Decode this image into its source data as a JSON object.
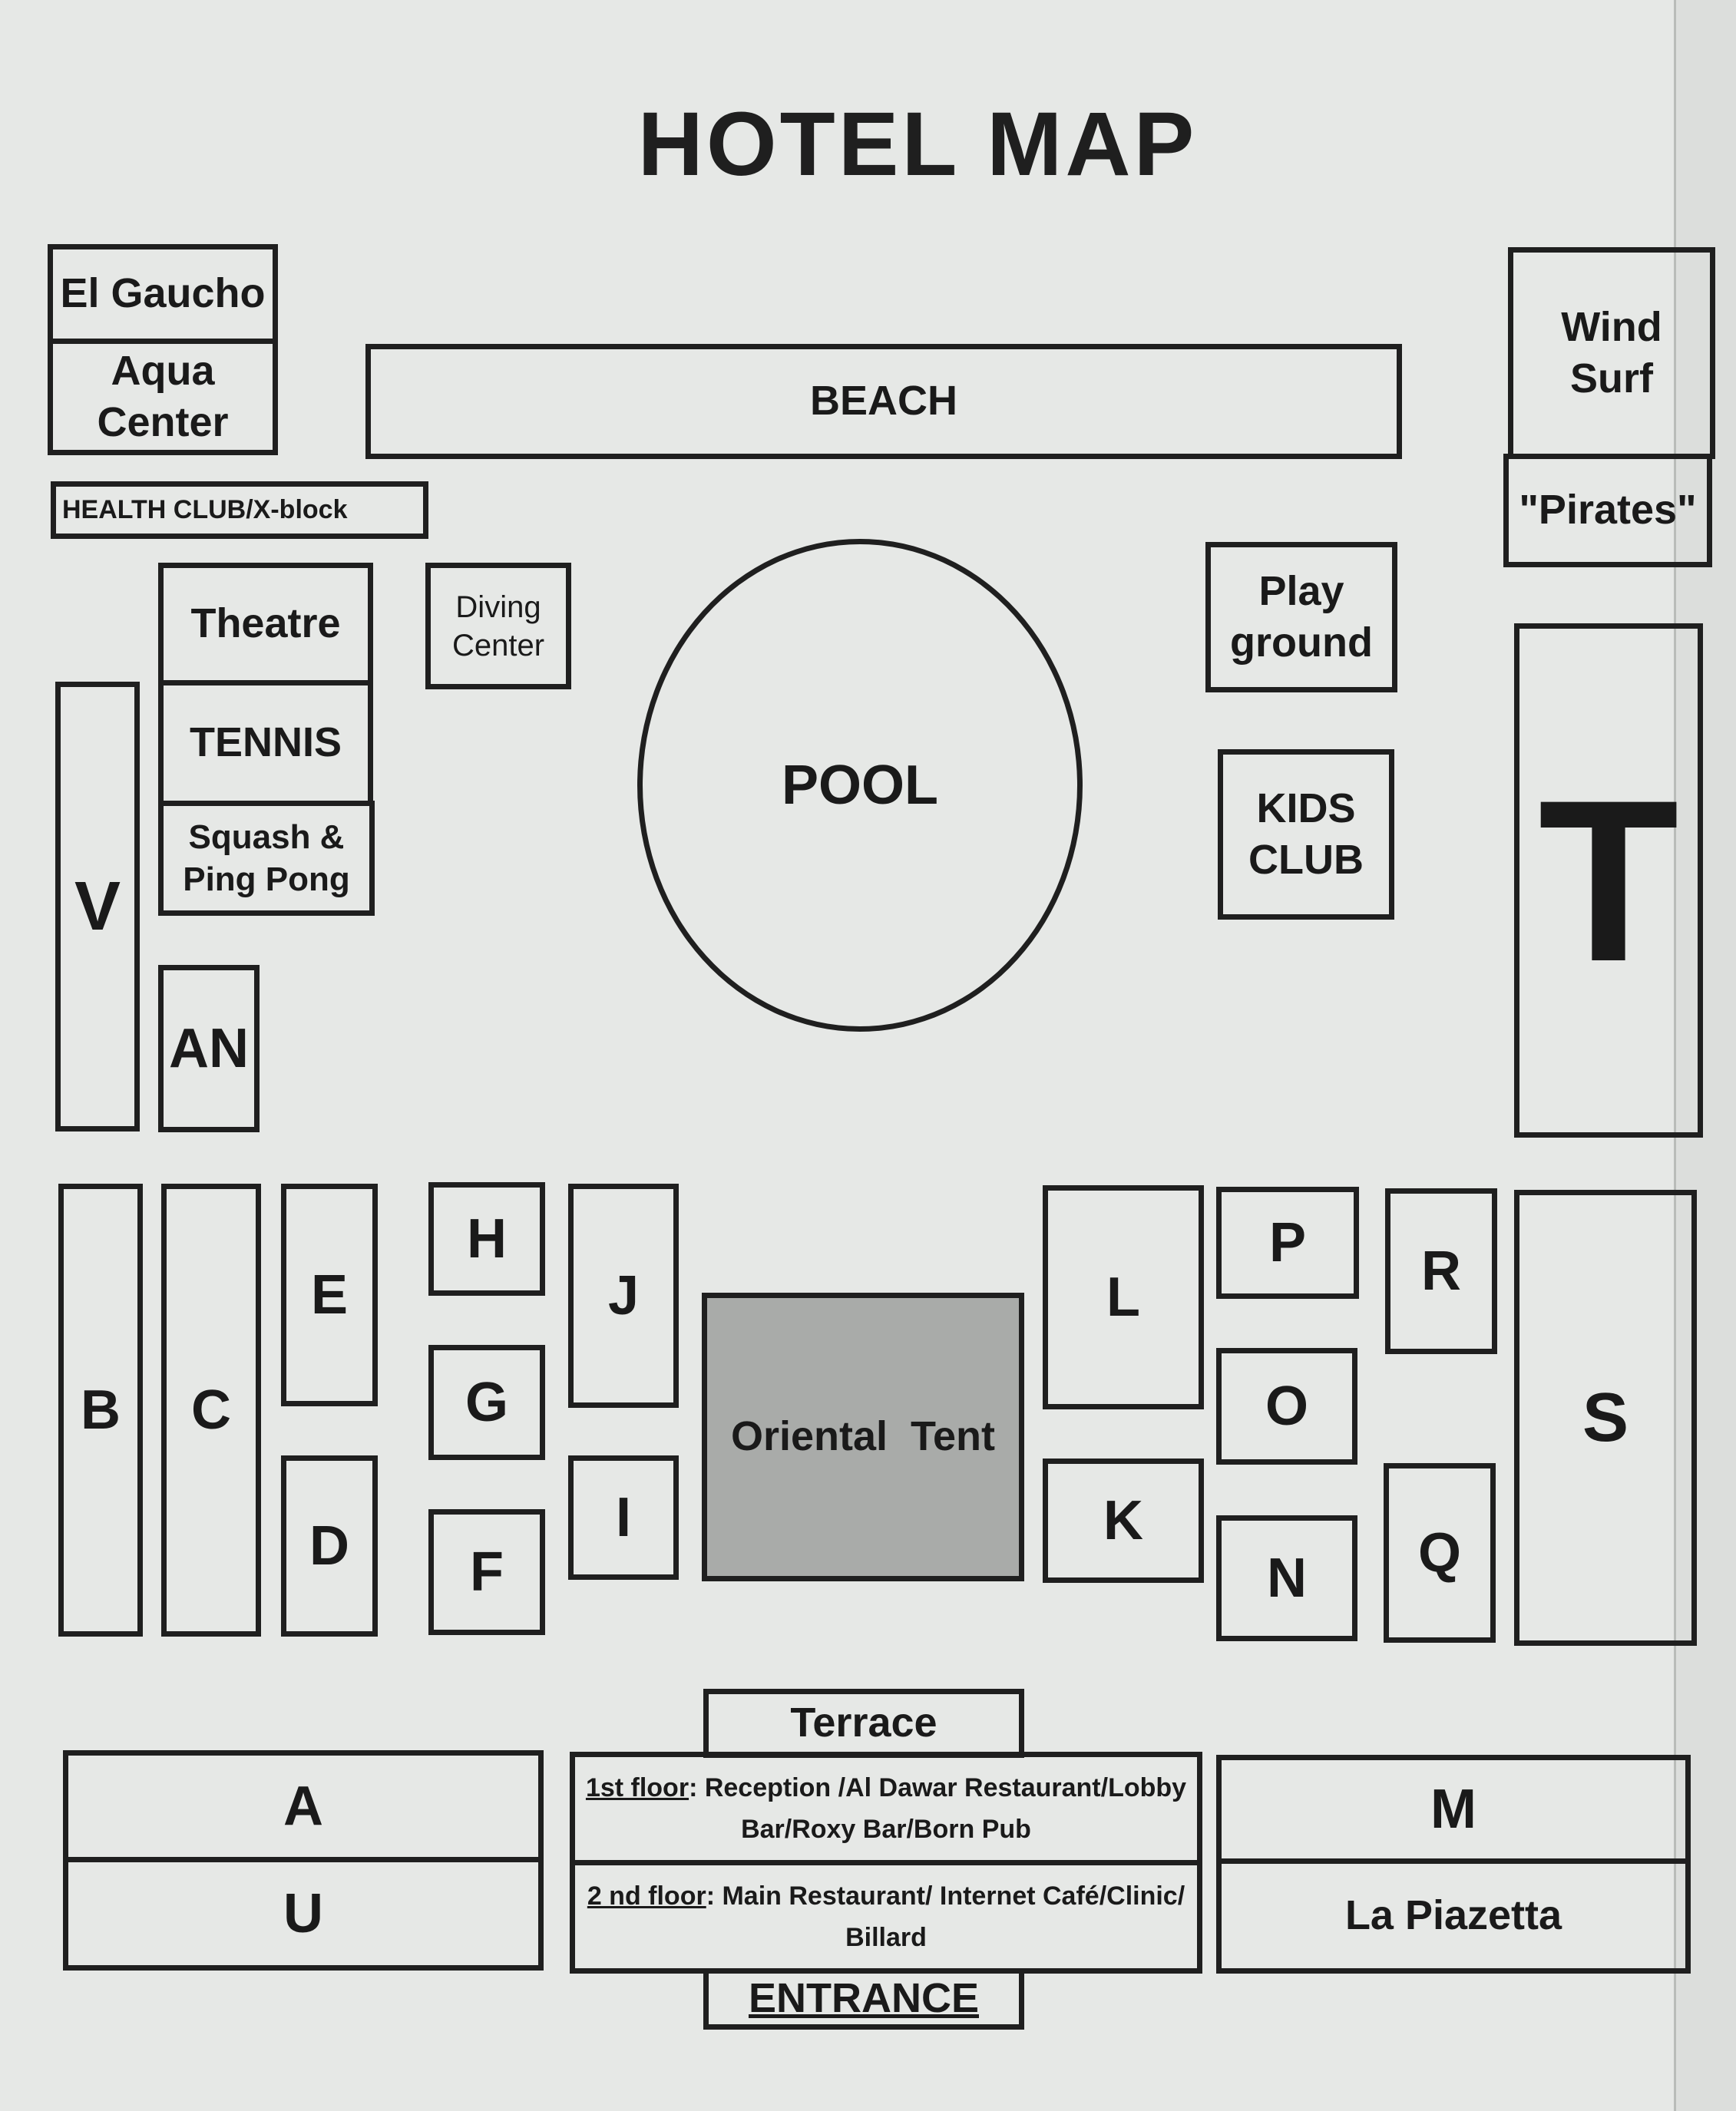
{
  "title": "HOTEL MAP",
  "labels": {
    "el_gaucho": "El Gaucho",
    "aqua_center": "Aqua\nCenter",
    "beach": "BEACH",
    "wind_surf": "Wind\nSurf",
    "pirates": "\"Pirates\"",
    "health_club": "HEALTH CLUB/X-block",
    "theatre": "Theatre",
    "diving_center": "Diving\nCenter",
    "pool": "POOL",
    "playground": "Play\nground",
    "tennis": "TENNIS",
    "squash": "Squash &\nPing Pong",
    "kids_club": "KIDS\nCLUB",
    "t": "T",
    "v": "V",
    "an": "AN",
    "b": "B",
    "c": "C",
    "e": "E",
    "d": "D",
    "h": "H",
    "g": "G",
    "f": "F",
    "j": "J",
    "i": "I",
    "oriental_tent": "Oriental  Tent",
    "l": "L",
    "k": "K",
    "p": "P",
    "o": "O",
    "n": "N",
    "r": "R",
    "q": "Q",
    "s": "S",
    "terrace": "Terrace",
    "a": "A",
    "u": "U",
    "floor1_label": "1st floor",
    "floor1_text": ": Reception /Al Dawar Restaurant/Lobby Bar/Roxy Bar/Born Pub",
    "floor2_label": "2 nd floor",
    "floor2_text": ": Main Restaurant/ Internet Café/Clinic/ Billard",
    "m": "M",
    "la_piazetta": "La Piazetta",
    "entrance": "ENTRANCE"
  }
}
